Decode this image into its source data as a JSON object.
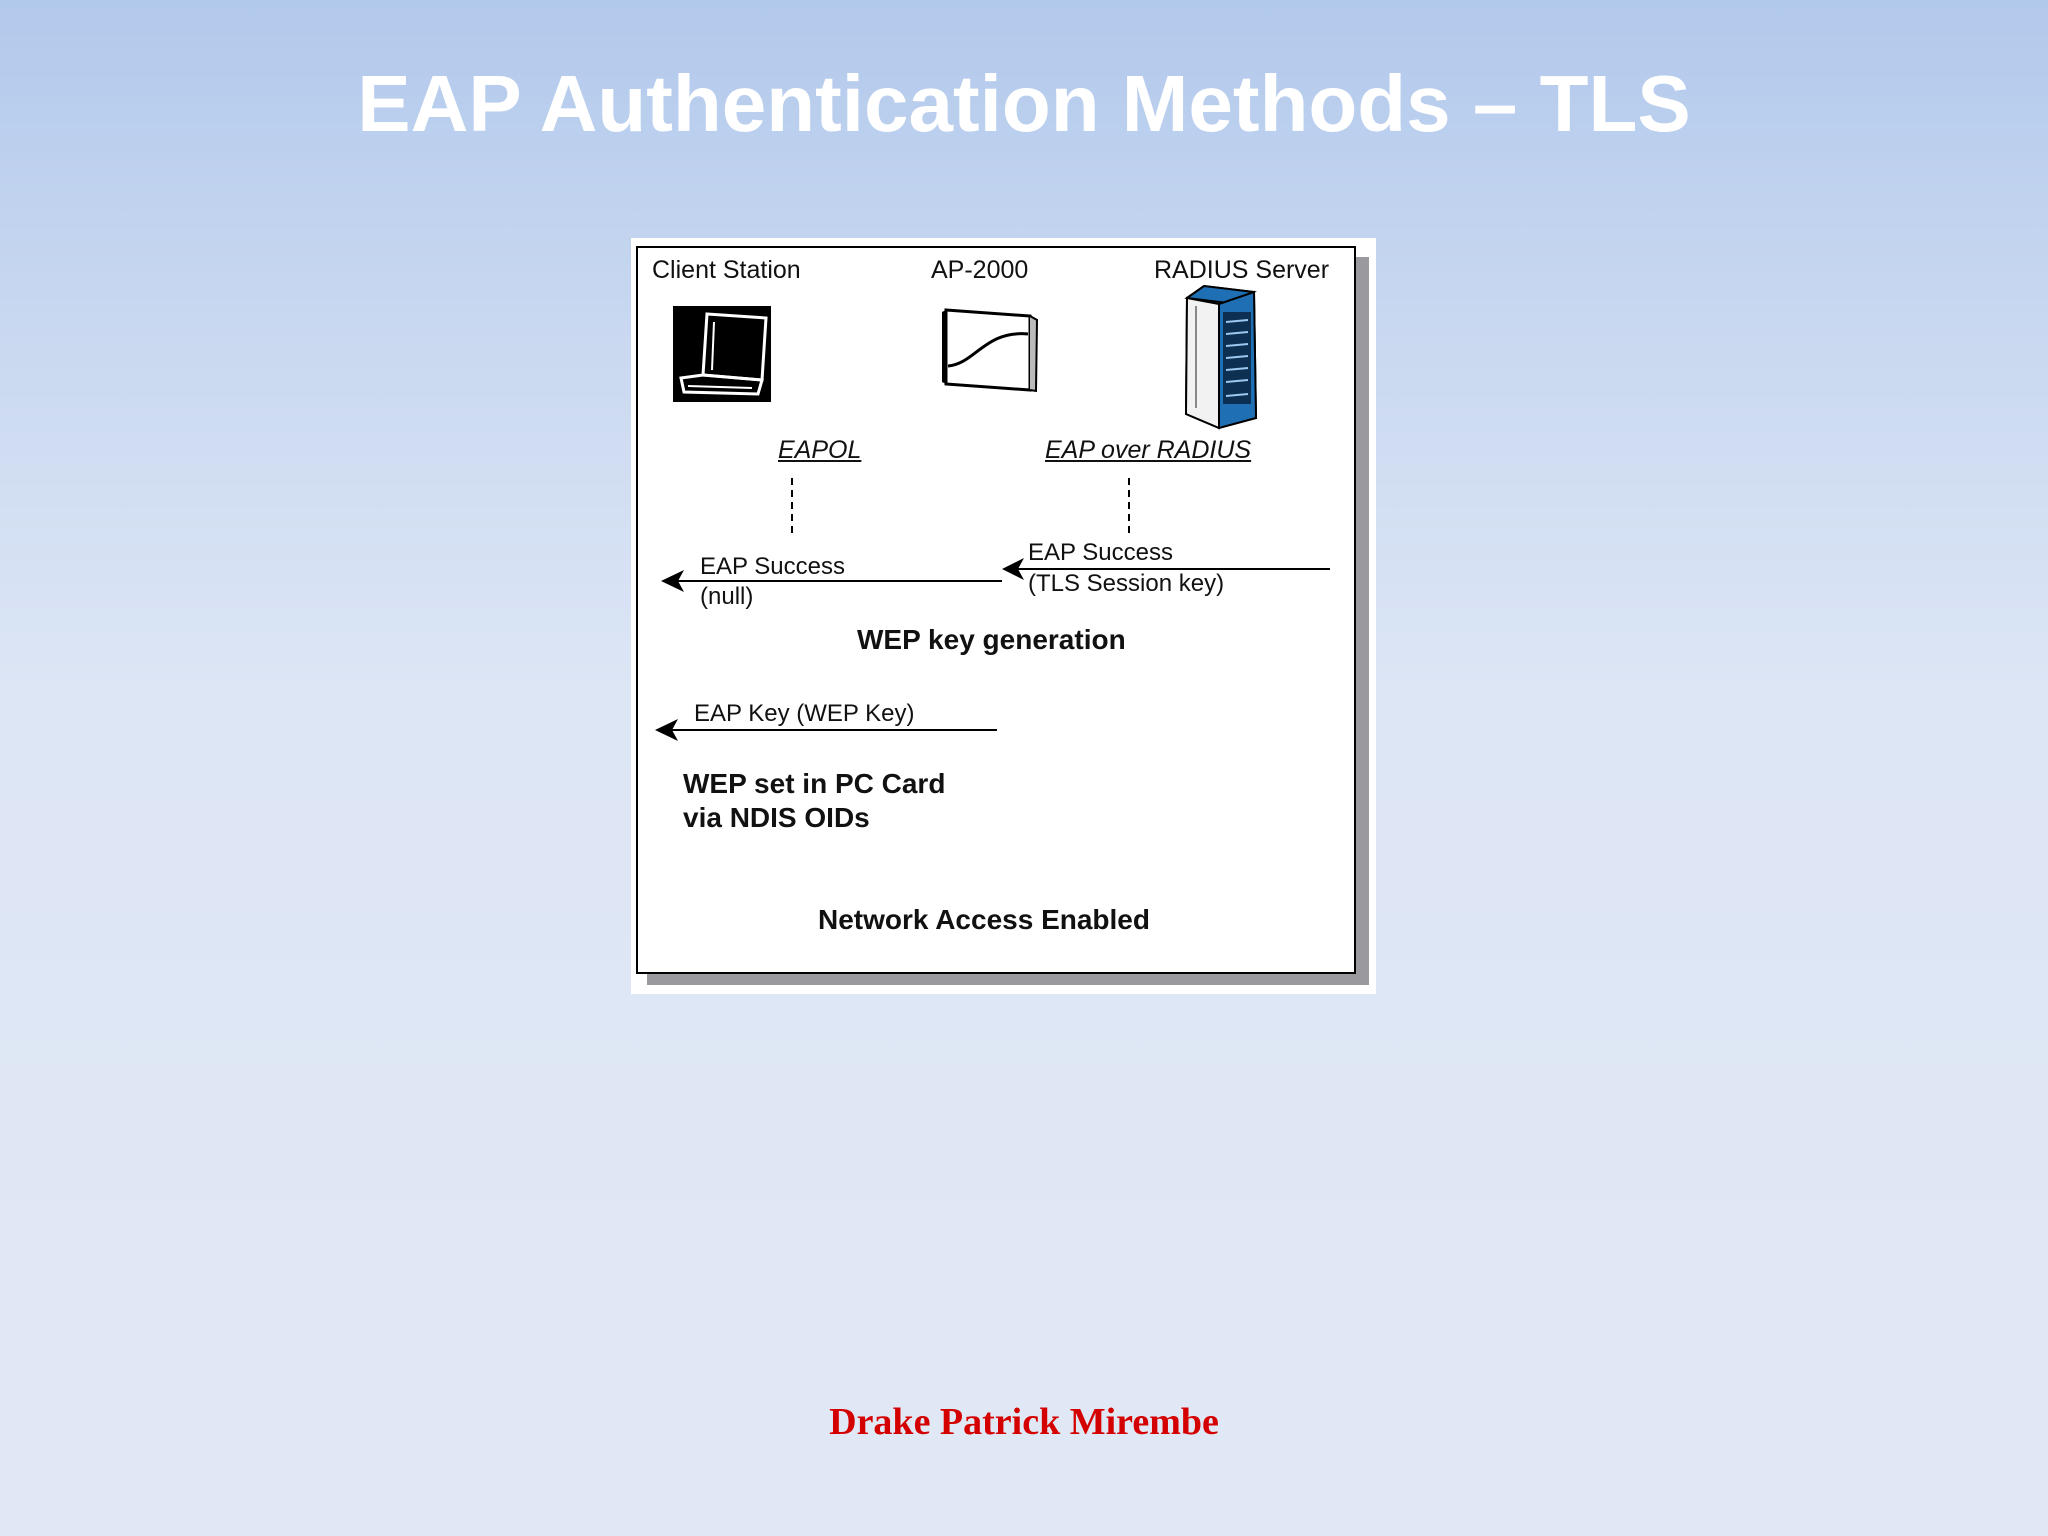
{
  "slide": {
    "title": "EAP Authentication Methods – TLS",
    "footer": "Drake Patrick Mirembe"
  },
  "diagram": {
    "nodes": {
      "client": "Client Station",
      "ap": "AP-2000",
      "radius": "RADIUS Server"
    },
    "protocols": {
      "eapol": "EAPOL",
      "eap_radius": "EAP over RADIUS"
    },
    "messages": {
      "eap_success_null_1": "EAP Success",
      "eap_success_null_2": "(null)",
      "eap_success_tls_1": "EAP Success",
      "eap_success_tls_2": "(TLS Session key)",
      "eap_key": "EAP Key (WEP Key)"
    },
    "steps": {
      "wep_generation": "WEP key generation",
      "wep_set_1": "WEP set in PC Card",
      "wep_set_2": "via NDIS OIDs",
      "network_enabled": "Network Access Enabled"
    },
    "colors": {
      "title": "#ffffff",
      "footer": "#d40000",
      "server_accent": "#1f6fb5"
    }
  }
}
